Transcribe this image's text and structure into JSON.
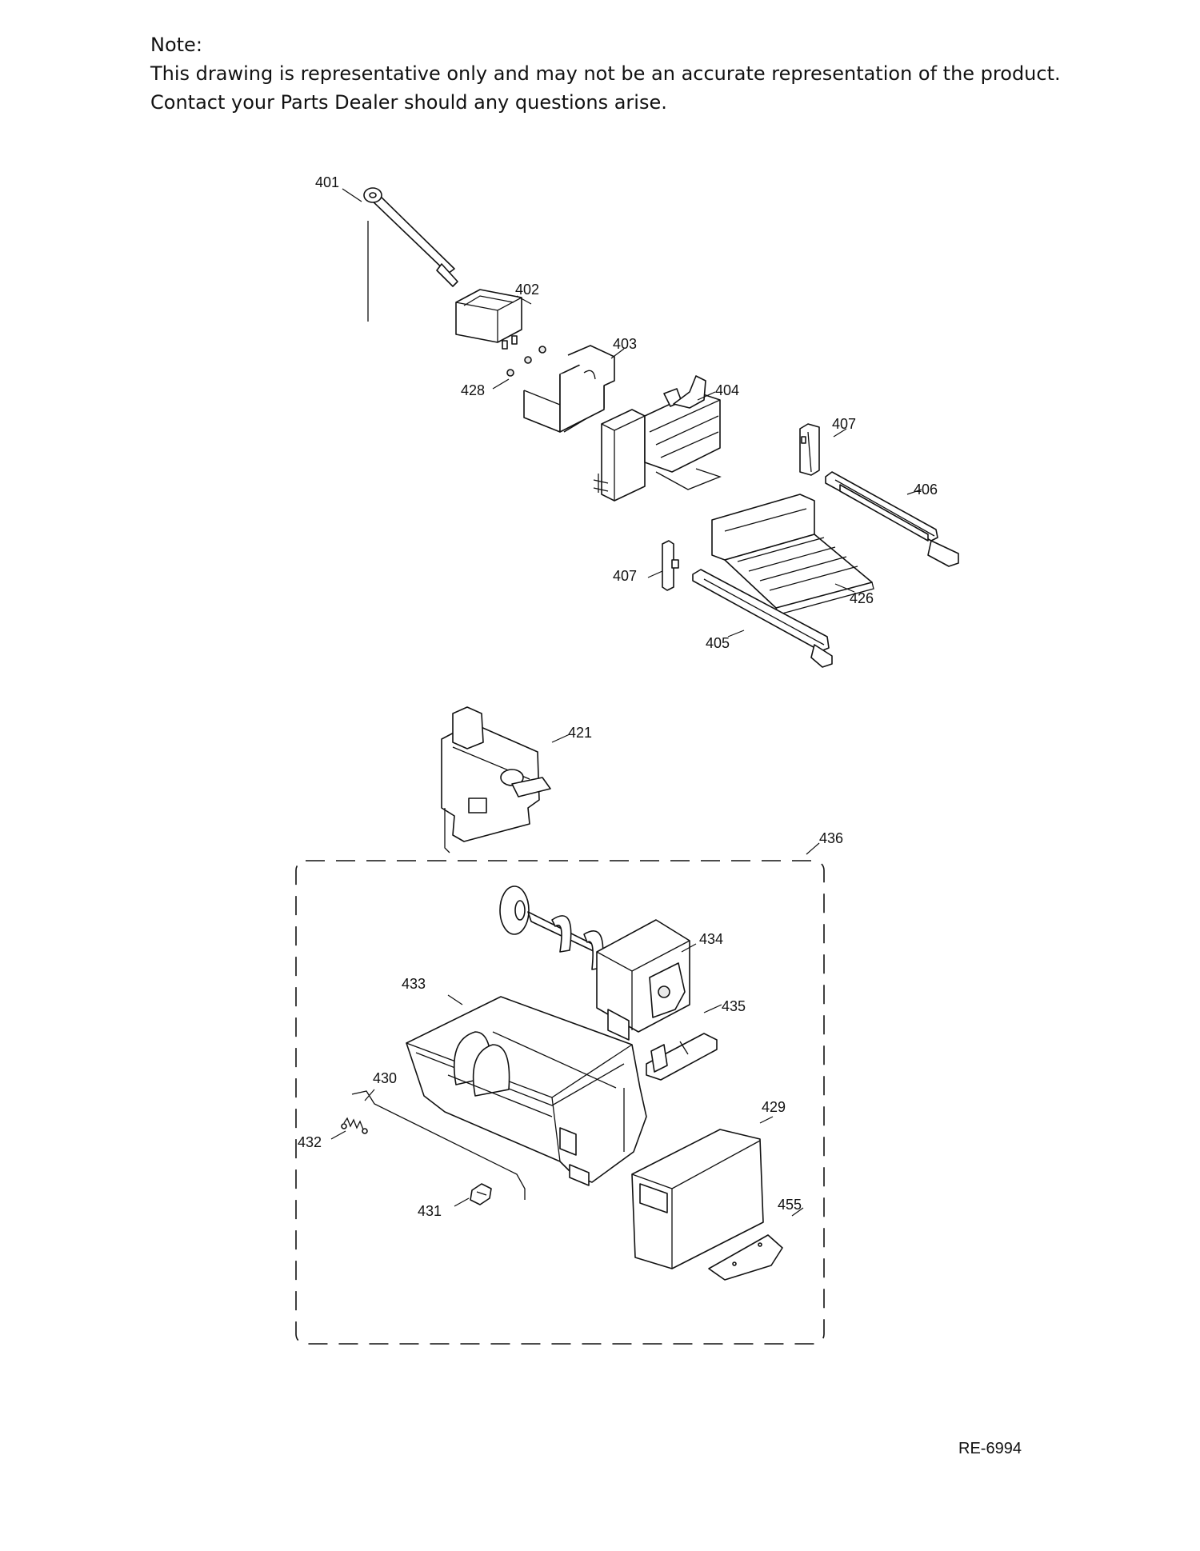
{
  "note": {
    "heading": "Note:",
    "line1": "This drawing is representative only and may not be an accurate representation of the product.",
    "line2": "Contact your Parts Dealer should any questions arise."
  },
  "callouts": {
    "c401": "401",
    "c402": "402",
    "c403": "403",
    "c404": "404",
    "c405": "405",
    "c406": "406",
    "c407a": "407",
    "c407b": "407",
    "c421": "421",
    "c426": "426",
    "c428": "428",
    "c429": "429",
    "c430": "430",
    "c431": "431",
    "c432": "432",
    "c433": "433",
    "c434": "434",
    "c435": "435",
    "c436": "436",
    "c455": "455"
  },
  "document_id": "RE-6994"
}
